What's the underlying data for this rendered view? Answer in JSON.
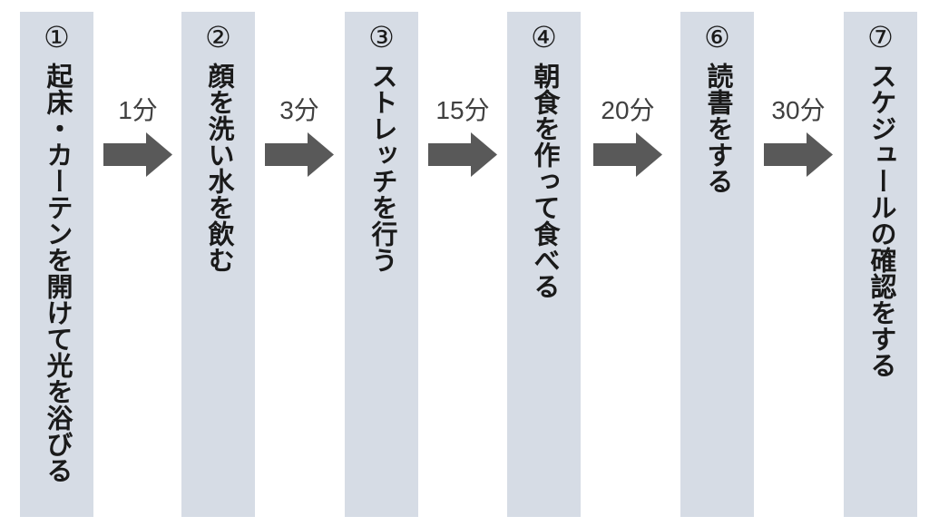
{
  "diagram": {
    "title": "morning-routine-flow",
    "steps": [
      {
        "number": "①",
        "label": "起床・カーテンを開けて光を浴びる"
      },
      {
        "number": "②",
        "label": "顔を洗い水を飲む"
      },
      {
        "number": "③",
        "label": "ストレッチを行う"
      },
      {
        "number": "④",
        "label": "朝食を作って食べる"
      },
      {
        "number": "⑥",
        "label": "読書をする"
      },
      {
        "number": "⑦",
        "label": "スケジュールの確認をする"
      }
    ],
    "transitions": [
      {
        "duration": "1分"
      },
      {
        "duration": "3分"
      },
      {
        "duration": "15分"
      },
      {
        "duration": "20分"
      },
      {
        "duration": "30分"
      }
    ],
    "colors": {
      "background": "#ffffff",
      "column_fill": "#d6dce5",
      "step_text": "#1a1a1a",
      "arrow_fill": "#595959",
      "duration_text": "#404040"
    }
  }
}
